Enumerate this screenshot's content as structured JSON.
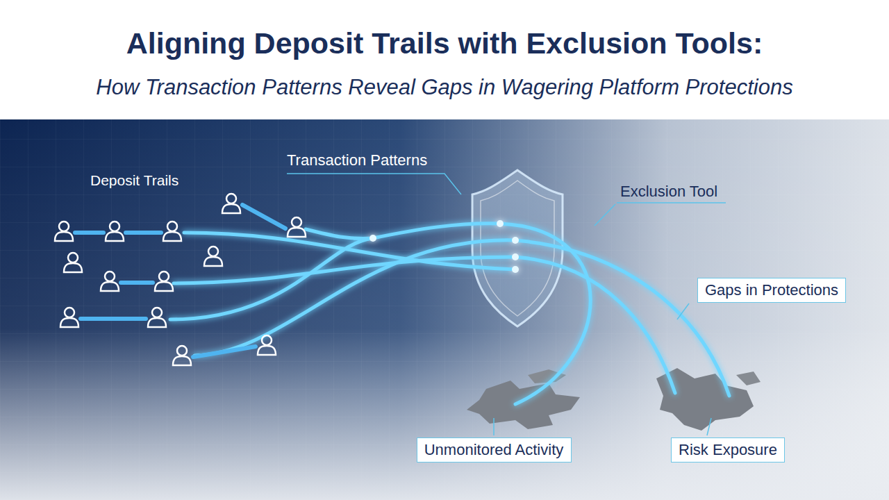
{
  "diagram": {
    "title": "Aligning Deposit Trails with Exclusion Tools:",
    "nodes": [
      {
        "text": [
          "Gaps in Protections"
        ]
      },
      {
        "text": [
          "Unmonitored Activity"
        ]
      },
      {
        "text": [
          "Risk Exposure"
        ]
      }
    ],
    "labels": [
      "How Transaction Patterns Reveal Gaps in Wagering Platform Protections",
      "Deposit Trails",
      "Transaction Patterns",
      "Exclusion Tool"
    ]
  }
}
